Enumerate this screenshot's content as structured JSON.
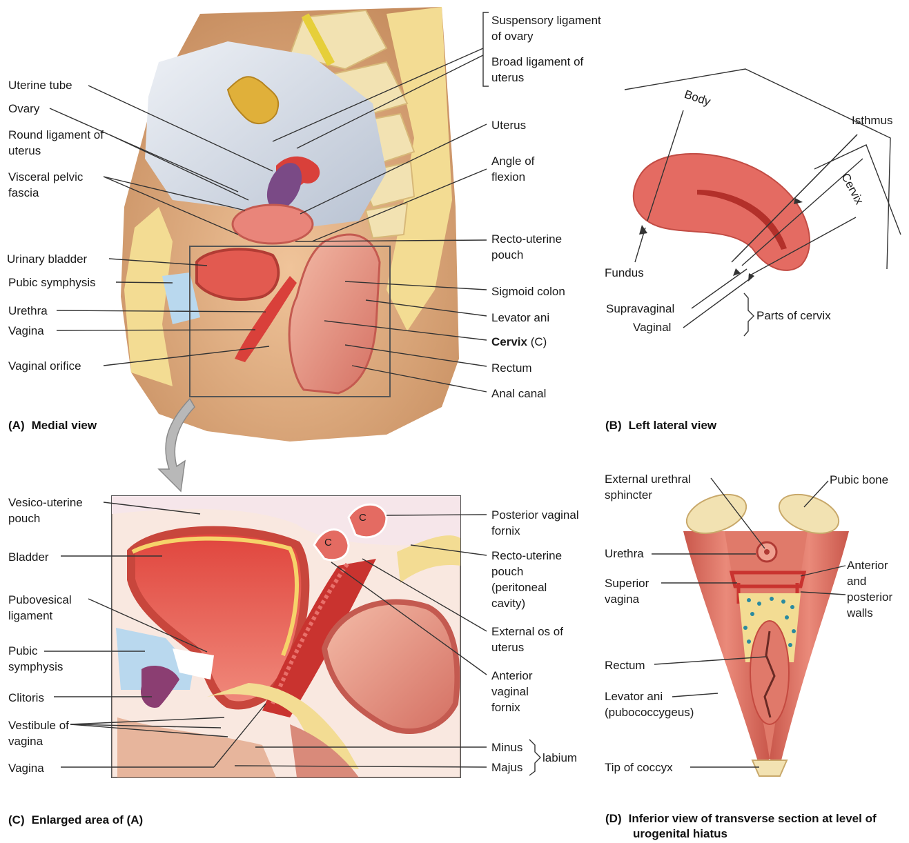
{
  "panels": {
    "A": {
      "caption_letter": "(A)",
      "caption": "Medial view",
      "labels": {
        "suspensory": "Suspensory ligament of ovary",
        "broad": "Broad ligament of uterus",
        "uterine_tube": "Uterine tube",
        "ovary": "Ovary",
        "round_lig": "Round ligament of uterus",
        "visceral_fascia": "Visceral pelvic fascia",
        "urinary_bladder": "Urinary bladder",
        "pubic_symphysis": "Pubic symphysis",
        "urethra": "Urethra",
        "vagina": "Vagina",
        "vaginal_orifice": "Vaginal orifice",
        "uterus": "Uterus",
        "angle_flexion": "Angle of flexion",
        "recto_uterine": "Recto-uterine pouch",
        "sigmoid": "Sigmoid colon",
        "levator": "Levator ani",
        "cervix_bold": "Cervix",
        "cervix_tail": "(C)",
        "rectum": "Rectum",
        "anal_canal": "Anal canal"
      }
    },
    "B": {
      "caption_letter": "(B)",
      "caption": "Left lateral view",
      "labels": {
        "body": "Body",
        "isthmus": "Isthmus",
        "cervix": "Cervix",
        "fundus": "Fundus",
        "supravaginal": "Supravaginal",
        "vaginal": "Vaginal",
        "parts_of_cervix": "Parts of cervix"
      }
    },
    "C": {
      "caption_letter": "(C)",
      "caption": "Enlarged area of (A)",
      "labels": {
        "vesico_uterine": "Vesico-uterine pouch",
        "bladder": "Bladder",
        "pubovesical": "Pubovesical ligament",
        "pubic_symphysis": "Pubic symphysis",
        "clitoris": "Clitoris",
        "vestibule": "Vestibule of vagina",
        "vagina": "Vagina",
        "posterior_fornix": "Posterior vaginal fornix",
        "recto_uterine": "Recto-uterine pouch (peritoneal cavity)",
        "external_os": "External os of uterus",
        "anterior_fornix": "Anterior vaginal fornix",
        "minus": "Minus",
        "majus": "Majus",
        "labium": "labium",
        "c_mark": "C"
      }
    },
    "D": {
      "caption_letter": "(D)",
      "caption": "Inferior view of transverse section at level of urogenital hiatus",
      "labels": {
        "ext_urethral": "External urethral sphincter",
        "pubic_bone": "Pubic bone",
        "urethra": "Urethra",
        "superior_vagina": "Superior vagina",
        "ant_post_walls": "Anterior and posterior walls",
        "rectum": "Rectum",
        "levator": "Levator ani (pubococcygeus)",
        "tip_coccyx": "Tip of coccyx"
      }
    }
  },
  "colors": {
    "tissue_red": "#e46b62",
    "muscle": "#d66a5c",
    "skin": "#d9a67c",
    "fat": "#f3dc93",
    "bone": "#f2e2b2",
    "peritoneum": "#c9d3e0",
    "bladder_blue": "#b9d8ee",
    "ovary_purple": "#7a4a86",
    "line": "#333333"
  }
}
